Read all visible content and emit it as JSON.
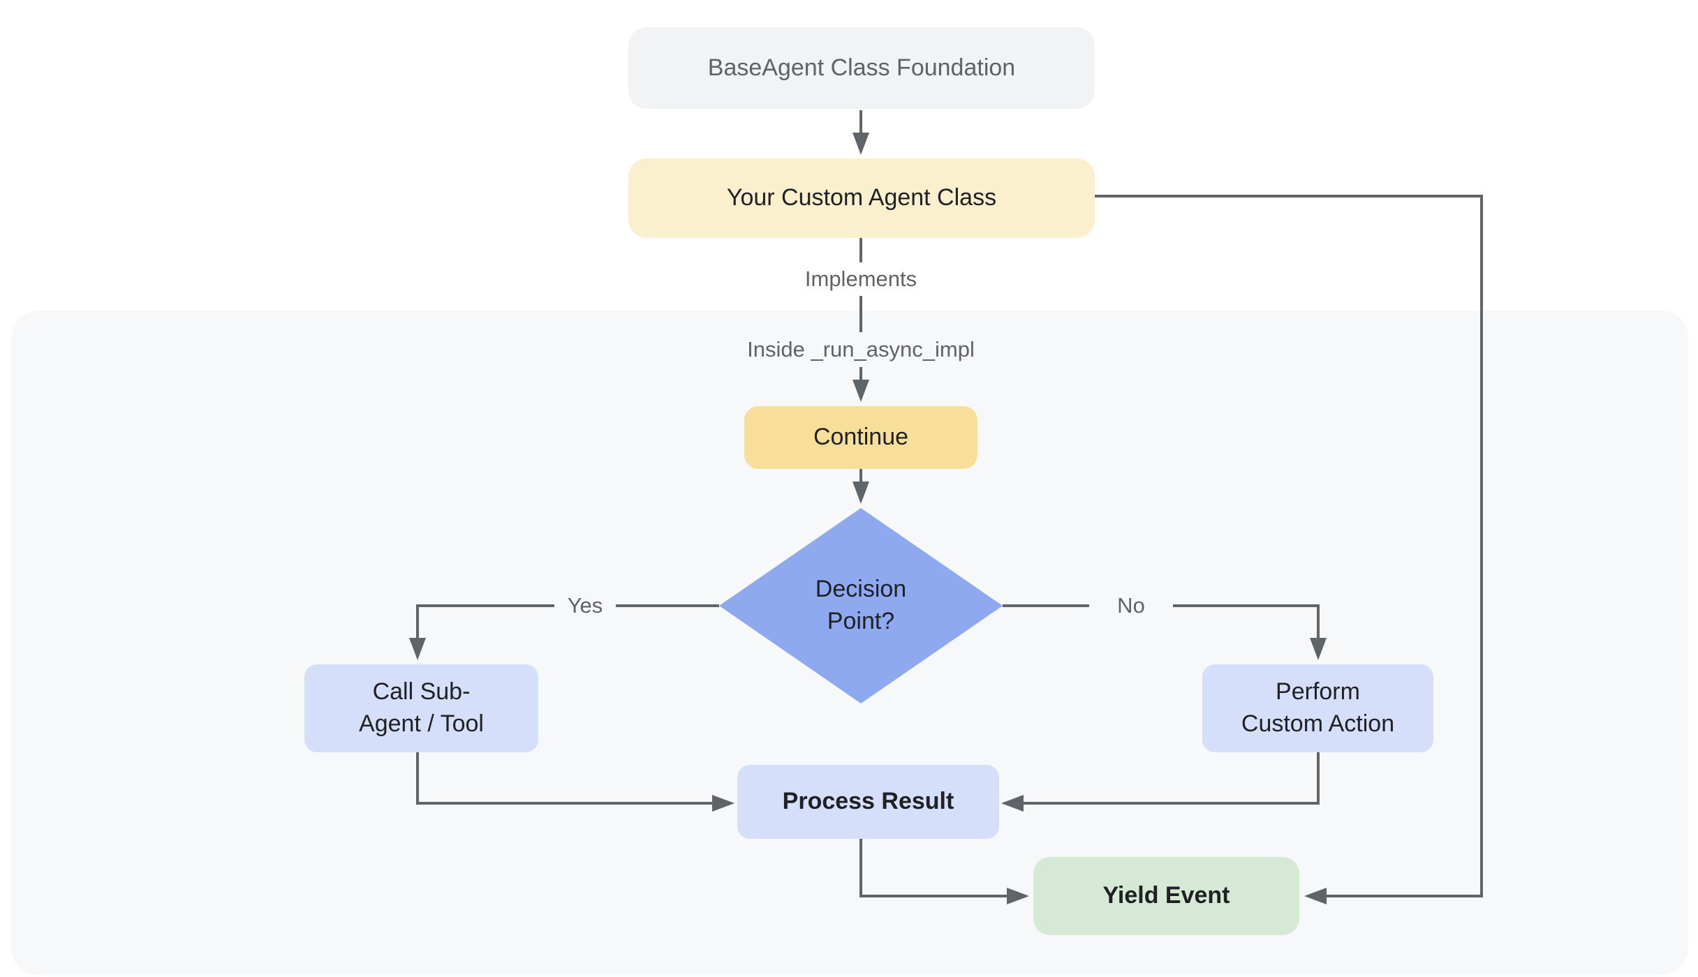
{
  "diagram": {
    "background": "#ffffff",
    "container_bg": "#f6f8fa",
    "line_color": "#5f6469",
    "label_color": "#5f6368",
    "nodes": {
      "base": {
        "label": "BaseAgent Class Foundation",
        "fill": "#f1f3f4",
        "text_color": "#5f6368"
      },
      "custom": {
        "label": "Your Custom Agent Class",
        "fill": "#faf0cd",
        "text_color": "#202124"
      },
      "continue": {
        "label": "Continue",
        "fill": "#f8df99",
        "text_color": "#202124"
      },
      "decision": {
        "line1": "Decision",
        "line2": "Point?",
        "fill": "#8ea9ef",
        "text_color": "#202124"
      },
      "call": {
        "line1": "Call Sub-",
        "line2": "Agent / Tool",
        "fill": "#d5dff9",
        "text_color": "#202124"
      },
      "perform": {
        "line1": "Perform",
        "line2": "Custom Action",
        "fill": "#d5dff9",
        "text_color": "#202124"
      },
      "process": {
        "label": "Process Result",
        "fill": "#d5dff9",
        "text_color": "#202124"
      },
      "yield": {
        "label": "Yield Event",
        "fill": "#d6e8d6",
        "text_color": "#202124"
      }
    },
    "edge_labels": {
      "implements": "Implements",
      "inside": "Inside _run_async_impl",
      "yes": "Yes",
      "no": "No"
    }
  }
}
